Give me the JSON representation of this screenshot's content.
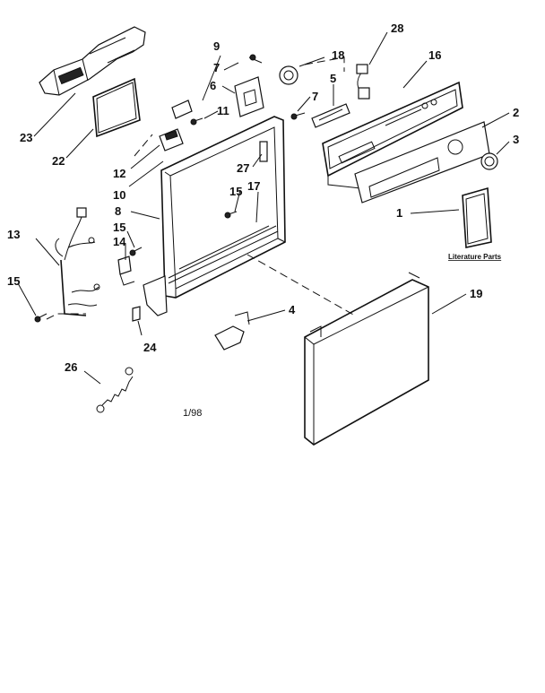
{
  "diagram": {
    "date_code": "1/98",
    "literature_label": "Literature Parts",
    "callouts": [
      {
        "id": "c1",
        "label": "1"
      },
      {
        "id": "c2",
        "label": "2"
      },
      {
        "id": "c3",
        "label": "3"
      },
      {
        "id": "c4",
        "label": "4"
      },
      {
        "id": "c5",
        "label": "5"
      },
      {
        "id": "c6",
        "label": "6"
      },
      {
        "id": "c7a",
        "label": "7"
      },
      {
        "id": "c7b",
        "label": "7"
      },
      {
        "id": "c8",
        "label": "8"
      },
      {
        "id": "c9",
        "label": "9"
      },
      {
        "id": "c10",
        "label": "10"
      },
      {
        "id": "c11",
        "label": "11"
      },
      {
        "id": "c12",
        "label": "12"
      },
      {
        "id": "c13",
        "label": "13"
      },
      {
        "id": "c14",
        "label": "14"
      },
      {
        "id": "c15a",
        "label": "15"
      },
      {
        "id": "c15b",
        "label": "15"
      },
      {
        "id": "c15c",
        "label": "15"
      },
      {
        "id": "c16",
        "label": "16"
      },
      {
        "id": "c17",
        "label": "17"
      },
      {
        "id": "c18",
        "label": "18"
      },
      {
        "id": "c19",
        "label": "19"
      },
      {
        "id": "c22",
        "label": "22"
      },
      {
        "id": "c23",
        "label": "23"
      },
      {
        "id": "c24",
        "label": "24"
      },
      {
        "id": "c26",
        "label": "26"
      },
      {
        "id": "c27",
        "label": "27"
      },
      {
        "id": "c28",
        "label": "28"
      }
    ]
  }
}
